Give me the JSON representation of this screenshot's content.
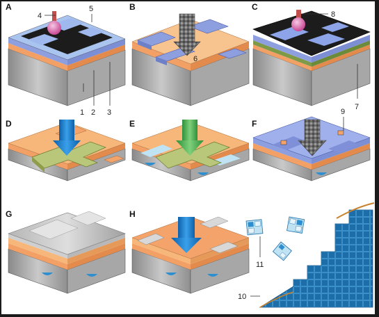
{
  "panels": {
    "A": "A",
    "B": "B",
    "C": "C",
    "D": "D",
    "E": "E",
    "F": "F",
    "G": "G",
    "H": "H"
  },
  "callouts": {
    "n1": "1",
    "n2": "2",
    "n3": "3",
    "n4": "4",
    "n5": "5",
    "n6": "6",
    "n7": "7",
    "n8": "8",
    "n9": "9",
    "n10": "10",
    "n11": "11"
  },
  "colors": {
    "substrate": "#9a9a9a",
    "orange": "#f4a36a",
    "blue_layer": "#8f9fe0",
    "mask_black": "#1e1e1e",
    "arrow_blue": "#1b7fd0",
    "olive": "#b9c77a",
    "light_cyan": "#bfe3f2",
    "pink_source": "#d45fa5"
  }
}
